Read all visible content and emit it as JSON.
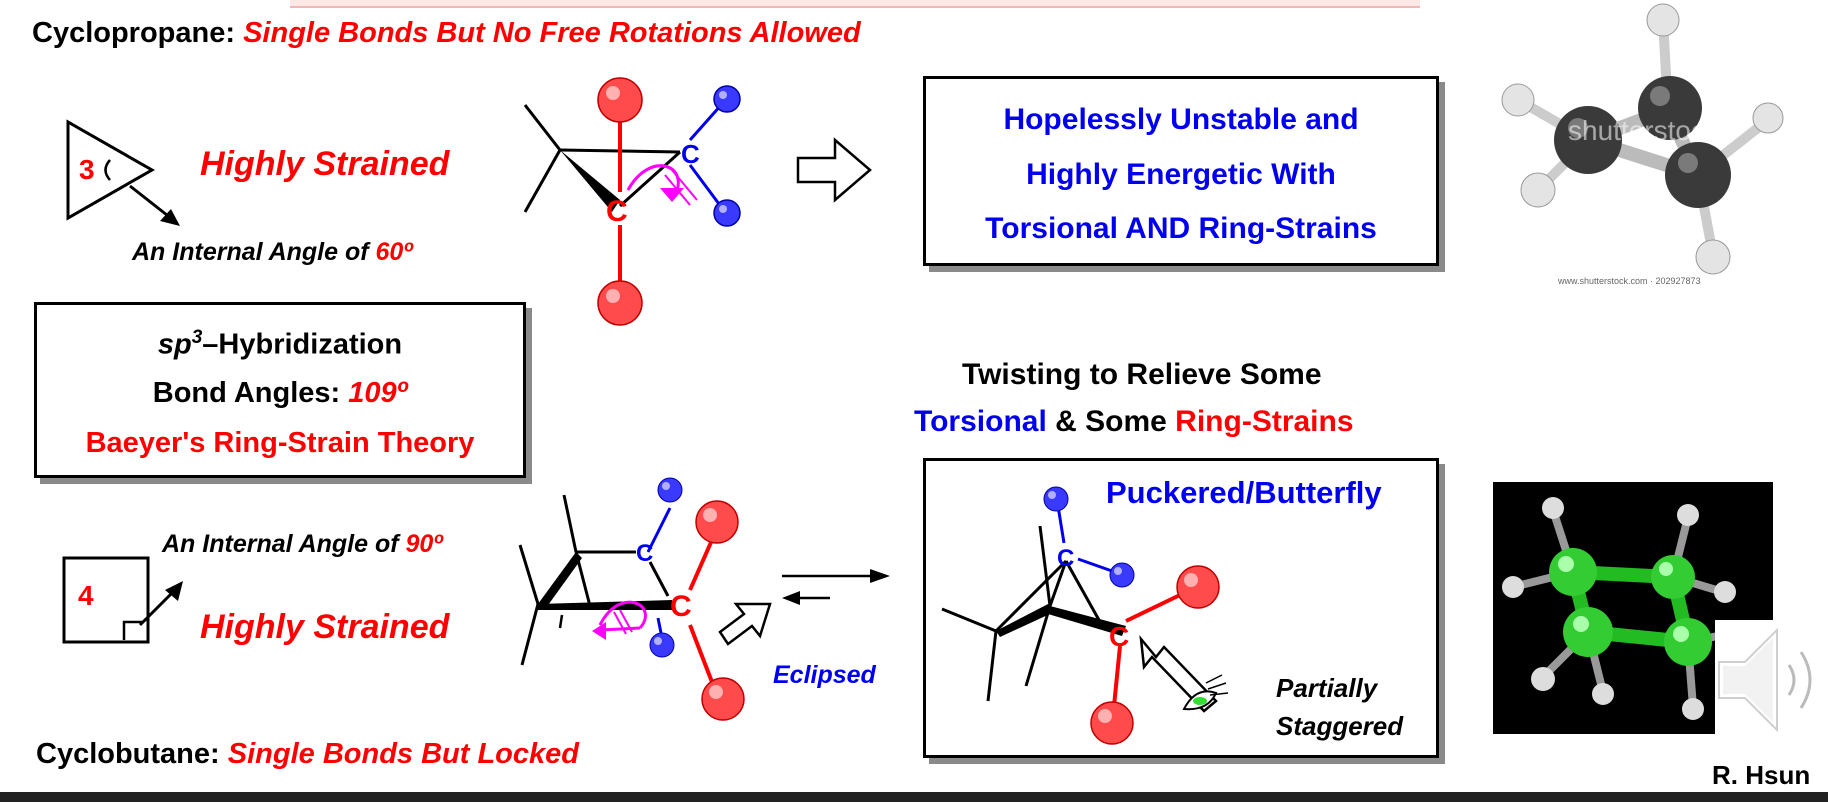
{
  "cyclopropane": {
    "heading_name": "Cyclopropane:",
    "heading_subtitle": "Single Bonds But No Free Rotations Allowed",
    "ring_number": "3",
    "strain_label": "Highly Strained",
    "angle_text": "An Internal Angle of ",
    "angle_value": "60º",
    "result_lines": [
      "Hopelessly Unstable and",
      "Highly Energetic With",
      "Torsional AND Ring-Strains"
    ],
    "photo_watermark": "shutterstock",
    "photo_caption": "www.shutterstock.com · 202927873"
  },
  "hybrid_box": {
    "line1_sp": "sp",
    "line1_sup": "3",
    "line1_rest": "–Hybridization",
    "line2_label": "Bond Angles: ",
    "line2_value": "109º",
    "line3": "Baeyer's Ring-Strain Theory"
  },
  "cyclobutane": {
    "heading_name": "Cyclobutane:",
    "heading_subtitle": "Single Bonds But Locked",
    "ring_number": "4",
    "angle_text": "An Internal Angle of ",
    "angle_value": "90º",
    "strain_label": "Highly Strained",
    "eclipsed_label": "Eclipsed",
    "twist_line1": "Twisting to Relieve Some",
    "twist_torsional": "Torsional",
    "twist_amp": " & Some ",
    "twist_ring": "Ring-Strains",
    "puckered_label": "Puckered/Butterfly",
    "partially_label": "Partially",
    "staggered_label": "Staggered"
  },
  "atom_label": "C",
  "author": "R. Hsun",
  "colors": {
    "red": "#ff0000",
    "blue": "#0000ee",
    "green": "#33cc33",
    "magenta": "#ff00ff"
  }
}
